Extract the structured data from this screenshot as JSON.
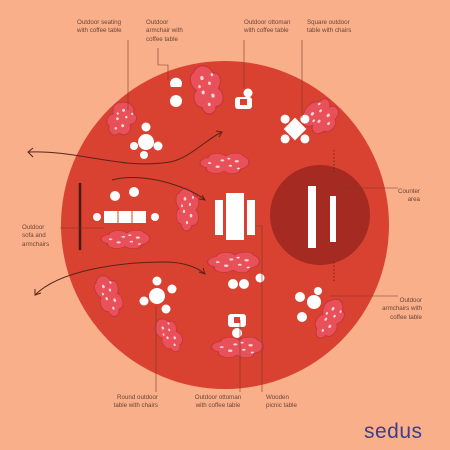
{
  "labels": {
    "outdoor_seating": "Outdoor seating\nwith coffee table",
    "outdoor_armchair": "Outdoor\narmchair with\ncoffee table",
    "ottoman_top": "Outdoor ottoman\nwith coffee table",
    "square_table": "Square outdoor\ntable with chairs",
    "counter_area": "Counter\narea",
    "sofa_armchairs": "Outdoor\nsofa and\narmchairs",
    "armchairs_right": "Outdoor\narmchairs with\ncoffee table",
    "round_table": "Round outdoor\ntable with chairs",
    "ottoman_bottom": "Outdoor ottoman\nwith coffee table",
    "picnic_table": "Wooden\npicnic table"
  },
  "brand": "sedus",
  "colors": {
    "background": "#f8af8a",
    "circle": "#d94130",
    "counter": "#a42a22",
    "furniture": "#ffffff",
    "label_text": "#6e4536",
    "leader_line": "#7a3b2c",
    "brand": "#3b3f8c"
  }
}
